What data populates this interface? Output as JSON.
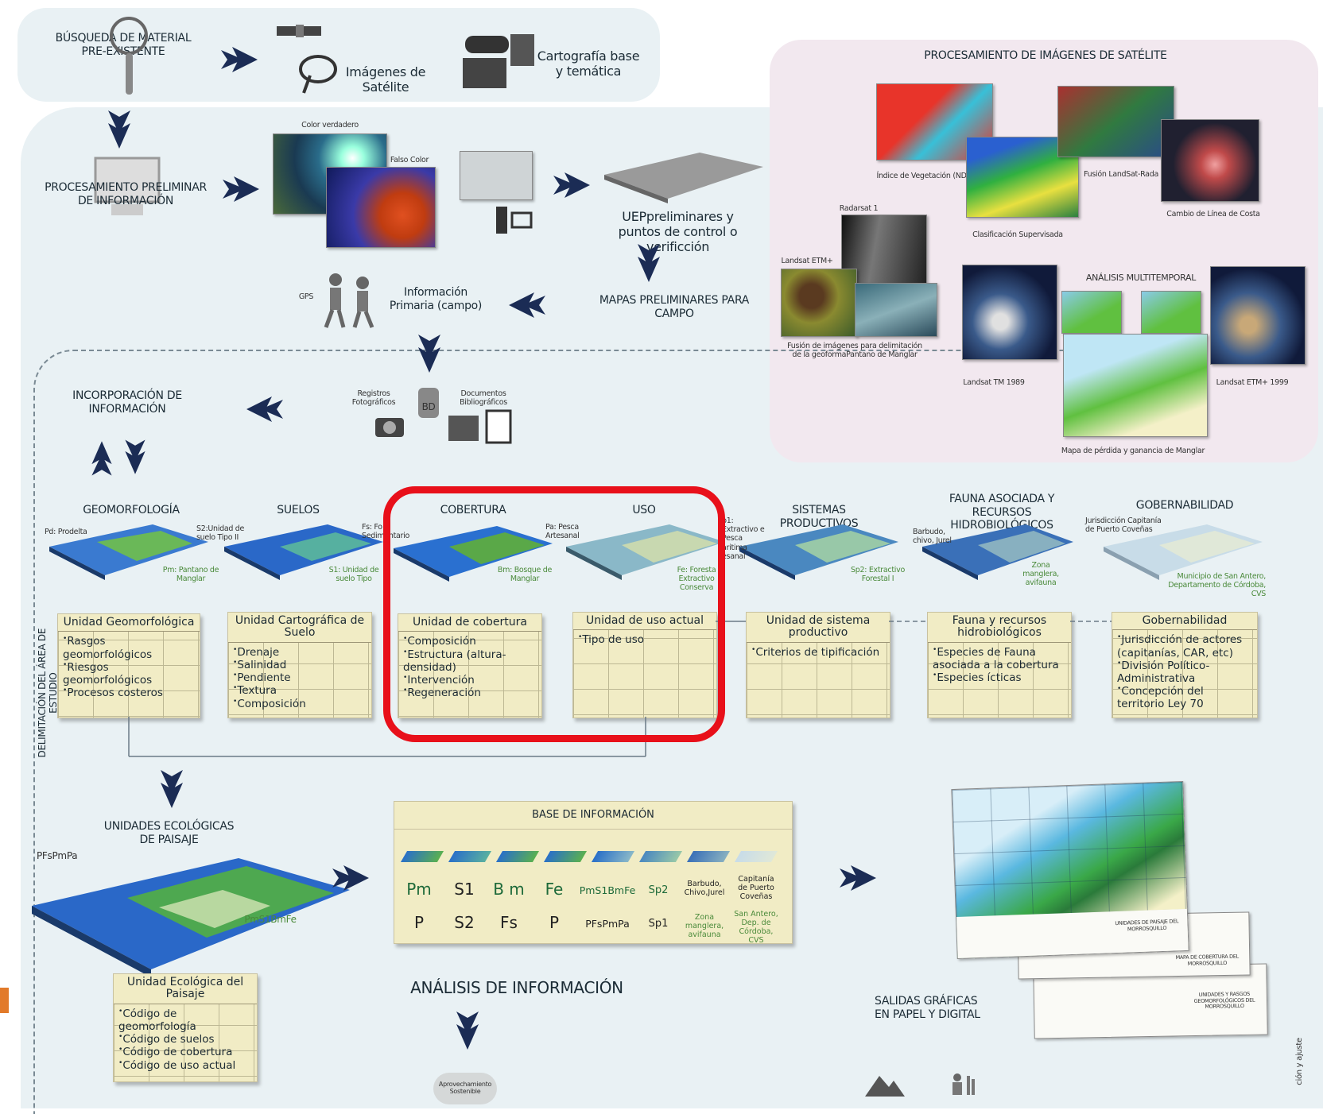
{
  "top": {
    "busqueda": "BÚSQUEDA DE MATERIAL PRE-EXISTENTE",
    "imagenes": "Imágenes de Satélite",
    "cartografia": "Cartografía base y temática"
  },
  "prelim": {
    "title": "PROCESAMIENTO PRELIMINAR DE INFORMACIÓN",
    "color_verdadero": "Color verdadero",
    "falso_color": "Falso Color",
    "uep": "UEPpreliminares y puntos de control o verificción",
    "mapas": "MAPAS PRELIMINARES PARA CAMPO",
    "gps": "GPS",
    "info_primaria": "Información Primaria (campo)"
  },
  "sat": {
    "title": "PROCESAMIENTO DE IMÁGENES DE SATÉLITE",
    "ndvi": "Índice de Vegetación (NDVI)",
    "fusion_landsat": "Fusión LandSat-Rada",
    "clasificacion": "Clasificación Supervisada",
    "cambio": "Cambio de Línea de Costa",
    "radarsat": "Radarsat 1",
    "landsat_etm": "Landsat ETM+",
    "fusion_desc": "Fusión de imágenes para delimitación de la geoformaPantano de Manglar",
    "multitemporal": "ANÁLISIS MULTITEMPORAL",
    "landsat_tm": "Landsat TM 1989",
    "landsat_etm_1999": "Landsat ETM+ 1999",
    "mapa_perdida": "Mapa de pérdida y ganancia de Manglar"
  },
  "incorp": {
    "title": "INCORPORACIÓN DE INFORMACIÓN",
    "registros": "Registros Fotográficos",
    "bd": "BD",
    "documentos": "Documentos Bibliográficos"
  },
  "side_label": "DELIMITACIÓN DEL ÁREA DE ESTUDIO",
  "themes": [
    {
      "title": "GEOMORFOLOGÍA",
      "l1": "Pd: Prodelta",
      "l2": "Pm: Pantano de Manglar",
      "card_title": "Unidad Geomorfológica",
      "items": [
        "Rasgos geomorfológicos",
        "Riesgos geomorfológicos",
        "Procesos costeros"
      ]
    },
    {
      "title": "SUELOS",
      "l1": "S2:Unidad de suelo Tipo II",
      "l2": "S1: Unidad de suelo Tipo",
      "card_title": "Unidad Cartográfica de Suelo",
      "items": [
        "Drenaje",
        "Salinidad",
        "Pendiente",
        "Textura",
        "Composición"
      ]
    },
    {
      "title": "COBERTURA",
      "l1": "Fs: Fo Sedimentario",
      "l2": "Bm: Bosque de Manglar",
      "card_title": "Unidad de cobertura",
      "items": [
        "Composición",
        "Estructura (altura-densidad)",
        "Intervención",
        "Regeneración"
      ]
    },
    {
      "title": "USO",
      "l1": "Pa: Pesca Artesanal",
      "l2": "Fe: Foresta Extractivo Conserva",
      "card_title": "Unidad de uso actual",
      "items_plain": "Tipo de uso"
    },
    {
      "title": "SISTEMAS PRODUCTIVOS",
      "l1": "p1: Extractivo e Pesca aritima esanal",
      "l2": "Sp2: Extractivo Forestal I",
      "card_title": "Unidad de sistema productivo",
      "items_plain": "Criterios de tipificación"
    },
    {
      "title": "FAUNA ASOCIADA Y RECURSOS HIDROBIOLÓGICOS",
      "l1": "Barbudo, chivo, Jurel",
      "l2": "Zona manglera, avifauna",
      "card_title": "Fauna y recursos hidrobiológicos",
      "items": [
        "Especies de Fauna asociada a la cobertura",
        "Especies ícticas"
      ]
    },
    {
      "title": "GOBERNABILIDAD",
      "l1": "Jurisdicción Capitanía de Puerto Coveñas",
      "l2": "Municipio de San Antero, Departamento de Córdoba, CVS",
      "card_title": "Gobernabilidad",
      "items": [
        "Jurisdicción de actores (capitanías, CAR, etc)",
        "División Político-Administrativa",
        "Concepción del territorio Ley 70"
      ]
    }
  ],
  "ueco": {
    "title": "UNIDADES ECOLÓGICAS DE PAISAJE",
    "l1": "PFsPmPa",
    "l2": "PmS1BmFe",
    "card_title": "Unidad Ecológica del Paisaje",
    "items": [
      "Código de geomorfología",
      "Código de suelos",
      "Código de cobertura",
      "Código de uso actual"
    ]
  },
  "base": {
    "title": "BASE DE INFORMACIÓN",
    "row1": [
      "Pm",
      "S1",
      "B m",
      "Fe",
      "PmS1BmFe",
      "Sp2",
      "Barbudo, Chivo,Jurel",
      "Capitanía de Puerto Coveñas"
    ],
    "row2": [
      "P",
      "S2",
      "Fs",
      "P",
      "PFsPmPa",
      "Sp1",
      "Zona manglera, avifauna",
      "San Antero, Dep. de Córdoba, CVS"
    ]
  },
  "analisis": "ANÁLISIS DE INFORMACIÓN",
  "aprovech": "Aprovechamiento Sostenible",
  "salidas": "SALIDAS GRÁFICAS EN PAPEL Y DIGITAL",
  "map_titles": [
    "UNIDADES DE PAISAJE DEL MORROSQUILLO",
    "MAPA DE COBERTURA DEL MORROSQUILLO",
    "UNIDADES Y RASGOS GEOMORFOLÓGICOS DEL MORROSQUILLO"
  ],
  "right_edge": "ción y ajuste",
  "colors": {
    "highlight": "#e8101a",
    "card": "#f1ecc5",
    "bg": "#e9f1f4",
    "accent": "#e27a2a"
  }
}
